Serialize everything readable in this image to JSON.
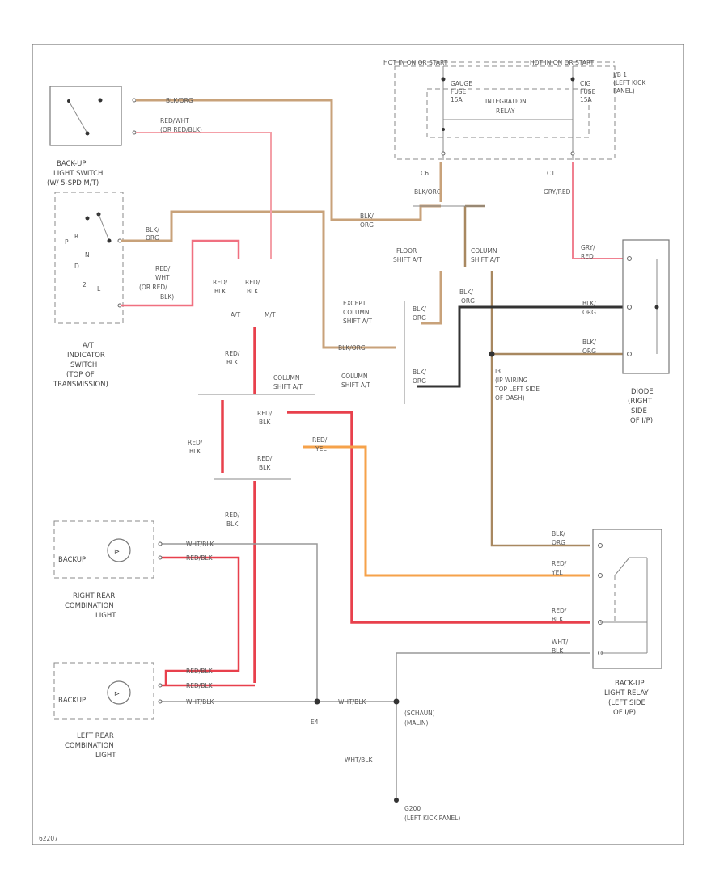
{
  "diagram": {
    "code": "62207",
    "top_labels": {
      "hot_in_on_start": "HOT IN ON OR START",
      "hot_in_on_start_right": "HOT IN ON OR START",
      "gauge_fuse": [
        "GAUGE",
        "FUSE",
        "15A"
      ],
      "integration_relay": [
        "INTEGRATION",
        "RELAY"
      ],
      "cig_fuse": [
        "CIG",
        "FUSE",
        "15A"
      ],
      "jb1": [
        "J/B 1",
        "(LEFT KICK",
        "PANEL)"
      ],
      "c6_connector": [
        "C6",
        "BLK/ORG"
      ],
      "c1_connector": [
        "C1",
        "GRY/RED"
      ]
    },
    "switches": {
      "backup_light_switch": [
        "BACK-UP",
        "LIGHT SWITCH",
        "(W/ 5-SPD M/T)"
      ],
      "at_indicator_switch": [
        "A/T",
        "INDICATOR",
        "SWITCH",
        "(TOP OF",
        "TRANSMISSION)"
      ],
      "at_positions": [
        "P",
        "R",
        "N",
        "D",
        "2",
        "L"
      ]
    },
    "wire_labels": {
      "blk_org_top": "BLK/ORG",
      "red_wht_top": [
        "RED/WHT",
        "(OR RED/BLK)"
      ],
      "blk_org_mid": [
        "BLK/",
        "ORG"
      ],
      "blk_org_center": [
        "BLK/",
        "ORG"
      ],
      "red_wht_at": [
        "RED/",
        "WHT",
        "(OR RED/",
        "BLK)"
      ],
      "red_blk_a": [
        "RED/",
        "BLK"
      ],
      "red_blk_b": [
        "RED/",
        "BLK"
      ],
      "at_label": "A/T",
      "mt_label": "M/T",
      "red_blk_c": [
        "RED/",
        "BLK"
      ],
      "red_blk_d": [
        "RED/",
        "BLK"
      ],
      "red_blk_e": [
        "RED/",
        "BLK"
      ],
      "red_blk_f": [
        "RED/",
        "BLK"
      ],
      "red_yel": [
        "RED/",
        "YEL"
      ],
      "red_blk_g": [
        "RED/",
        "BLK"
      ],
      "blk_org_except": "BLK/ORG",
      "blk_org_e": [
        "BLK/",
        "ORG"
      ],
      "blk_org_f": [
        "BLK/",
        "ORG"
      ],
      "blk_org_g": [
        "BLK/",
        "ORG"
      ],
      "blk_org_h": [
        "BLK/",
        "ORG"
      ],
      "blk_org_i": [
        "BLK/",
        "ORG"
      ],
      "blk_org_j": [
        "BLK/",
        "ORG"
      ],
      "red_yel_relay": [
        "RED/",
        "YEL"
      ],
      "red_blk_relay": [
        "RED/",
        "BLK"
      ],
      "wht_blk_relay": [
        "WHT/",
        "BLK"
      ],
      "gry_red": [
        "GRY/",
        "RED"
      ],
      "wht_blk_r": "WHT/BLK",
      "red_blk_r": "RED/BLK",
      "red_blk_l1": "RED/BLK",
      "red_blk_l2": "RED/BLK",
      "wht_blk_l": "WHT/BLK",
      "wht_blk_e4": "WHT/BLK",
      "wht_blk_vert": "WHT/BLK"
    },
    "branch_labels": {
      "floor_shift_at": [
        "FLOOR",
        "SHIFT A/T"
      ],
      "column_shift_at_top": [
        "COLUMN",
        "SHIFT A/T"
      ],
      "except_column_shift": [
        "EXCEPT",
        "COLUMN",
        "SHIFT A/T"
      ],
      "column_shift_at_mid": [
        "COLUMN",
        "SHIFT A/T"
      ],
      "column_shift_at_left": [
        "COLUMN",
        "SHIFT A/T"
      ],
      "i3_ground": [
        "I3",
        "(IP WIRING",
        "TOP LEFT SIDE",
        "OF DASH)"
      ]
    },
    "components": {
      "diode": [
        "DIODE",
        "(RIGHT",
        "SIDE",
        "OF I/P)"
      ],
      "backup_light_relay": [
        "BACK-UP",
        "LIGHT RELAY",
        "(LEFT SIDE",
        "OF I/P)"
      ],
      "right_rear_combo": [
        "RIGHT REAR",
        "COMBINATION",
        "LIGHT"
      ],
      "left_rear_combo": [
        "LEFT REAR",
        "COMBINATION",
        "LIGHT"
      ],
      "backup_text": "BACKUP",
      "e4": "E4",
      "ground_note": [
        "(SCHAUN)",
        "(MALIN)"
      ],
      "g200": [
        "G200",
        "(LEFT KICK PANEL)"
      ]
    }
  }
}
